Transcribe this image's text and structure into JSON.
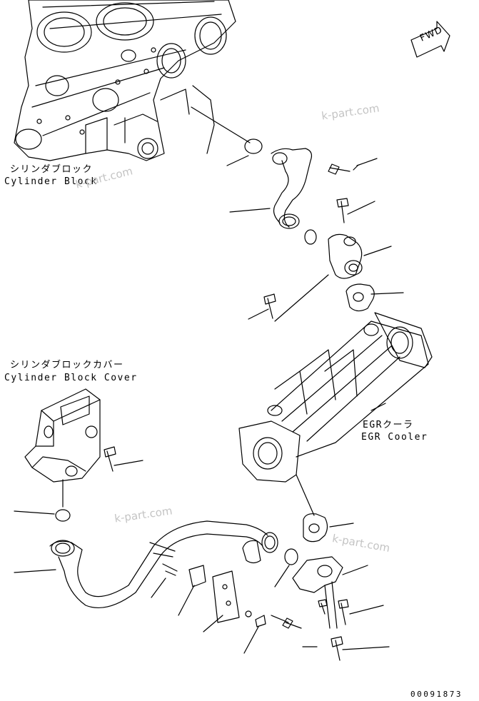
{
  "labels": {
    "cylinder_block_jp": "シリンダブロック",
    "cylinder_block_en": "Cylinder Block",
    "cylinder_block_cover_jp": "シリンダブロックカバー",
    "cylinder_block_cover_en": "Cylinder Block Cover",
    "egr_cooler_jp": "EGRクーラ",
    "egr_cooler_en": "EGR Cooler"
  },
  "direction_mark": "FWD",
  "watermark_text": "k-part.com",
  "drawing_number": "00091873"
}
